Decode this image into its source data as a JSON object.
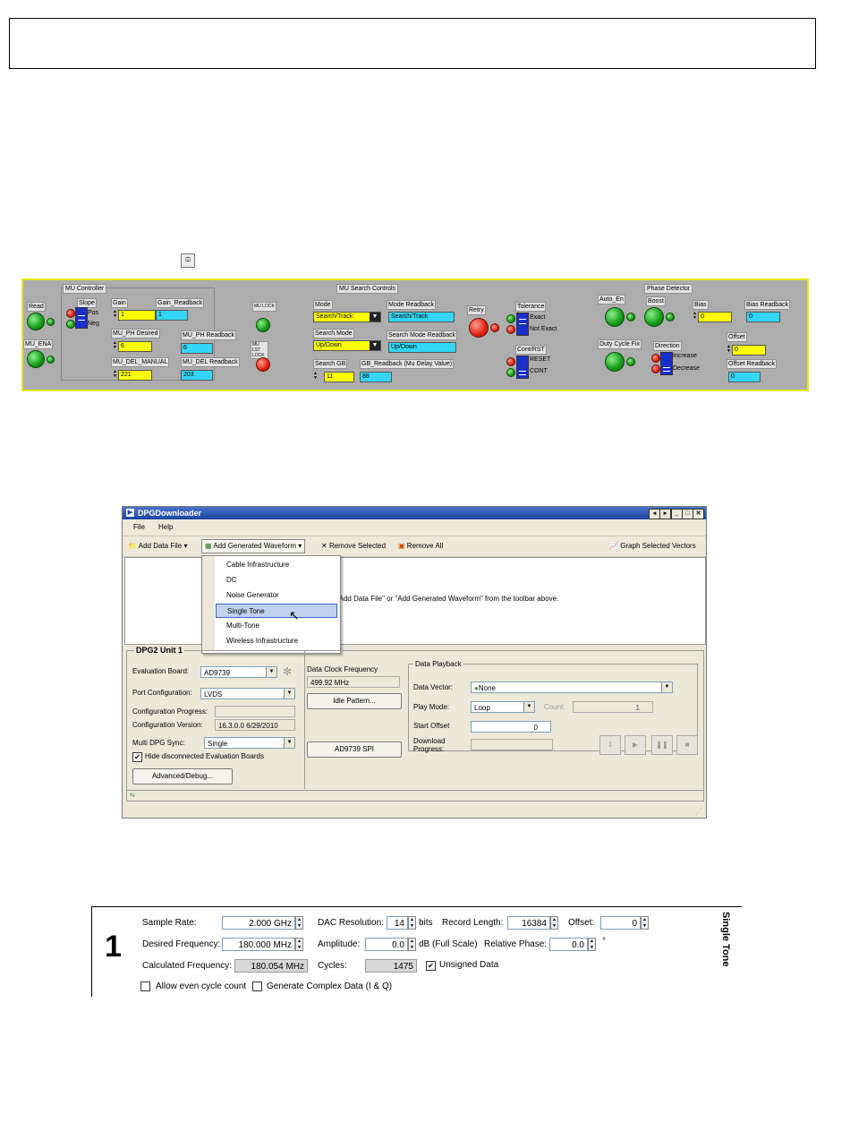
{
  "panel1": {
    "mu_controller": "MU Controller",
    "read": "Read",
    "mu_ena": "MU_ENA",
    "slope": "Slope",
    "pos": "Pos",
    "neg": "Neg",
    "gain": "Gain",
    "gain_val": "1",
    "gain_readback": "Gain_Readback",
    "gain_readback_val": "1",
    "mu_ph_desired": "MU_PH Desired",
    "mu_ph_desired_val": "6",
    "mu_ph_readback": "MU_PH Readback",
    "mu_ph_readback_val": "6",
    "mu_del_manual": "MU_DEL_MANUAL",
    "mu_del_manual_val": "221",
    "mu_del_readback": "MU_DEL Readback",
    "mu_del_readback_val": "203",
    "mu_lock": "MU LOCK",
    "mu_lst_lock": "MU LST LOCK",
    "mu_search_controls": "MU Search Controls",
    "mode": "Mode",
    "mode_val": "Search/Track",
    "mode_readback": "Mode Readback",
    "mode_readback_val": "Search/Track",
    "search_mode": "Search Mode",
    "search_mode_val": "Up/Down",
    "search_mode_readback": "Search Mode Readback",
    "search_mode_readback_val": "Up/Down",
    "search_gb": "Search GB",
    "search_gb_val": "11",
    "gb_readback": "GB_Readback (Mu Delay Value)",
    "gb_readback_val": "88",
    "retry": "Retry",
    "tolerance": "Tolerance",
    "exact": "Exact",
    "not_exact": "Not Exact",
    "cont_rst": "Cont/RST",
    "reset": "RESET",
    "cont": "CONT",
    "phase_detector": "Phase Detector",
    "auto_en": "Auto_En",
    "boost": "Boost",
    "bias": "Bias",
    "bias_val": "0",
    "bias_readback": "Bias Readback",
    "bias_readback_val": "0",
    "duty_cycle_fix": "Duty Cycle Fix",
    "direction": "Direction",
    "increase": "Increase",
    "decrease": "Decrease",
    "offset": "Offset",
    "offset_val": "0",
    "offset_readback": "Offset Readback",
    "offset_readback_val": "0",
    "arrow_icon": "diamond-arrow-icon"
  },
  "window": {
    "title": "DPGDownloader",
    "menu": [
      "File",
      "Help"
    ],
    "toolbar": {
      "add_data_file": "Add Data File",
      "add_generated_waveform": "Add Generated Waveform",
      "remove_selected": "Remove Selected",
      "remove_all": "Remove All",
      "graph_selected_vectors": "Graph Selected Vectors"
    },
    "dropdown": [
      "Cable Infrastructure",
      "DC",
      "Noise Generator",
      "Single Tone",
      "Multi-Tone",
      "Wireless Infrastructure"
    ],
    "selected_item": "Single Tone",
    "hint": "electing \"Add Data File\" or \"Add Generated Waveform\" from the toolbar above.",
    "unit_title": "DPG2 Unit 1",
    "evaluation_board_label": "Evaluation Board:",
    "evaluation_board_val": "AD9739",
    "port_config_label": "Port Configuration:",
    "port_config_val": "LVDS",
    "config_progress_label": "Configuration Progress:",
    "config_version_label": "Configuration Version:",
    "config_version_val": "16.3.0.0 6/29/2010",
    "multi_dpg_label": "Multi DPG Sync:",
    "multi_dpg_val": "Single",
    "hide_boards": "Hide disconnected Evaluation Boards",
    "advanced_debug": "Advanced/Debug...",
    "data_clock_label": "Data Clock Frequency",
    "data_clock_val": "499.92 MHz",
    "idle_pattern": "Idle Pattern...",
    "spi": "AD9739 SPI",
    "data_playback": "Data Playback",
    "data_vector_label": "Data Vector:",
    "data_vector_val": "None",
    "play_mode_label": "Play Mode:",
    "play_mode_val": "Loop",
    "count_label": "Count:",
    "count_val": "1",
    "start_offset_label": "Start Offset",
    "start_offset_val": "0",
    "download_progress_label": "Download Progress:"
  },
  "panel3": {
    "number": "1",
    "side_title": "Single Tone",
    "sample_rate_label": "Sample Rate:",
    "sample_rate_val": "2.000 GHz",
    "dac_res_label": "DAC Resolution:",
    "dac_res_val": "14",
    "bits": "bits",
    "record_length_label": "Record Length:",
    "record_length_val": "16384",
    "offset_label": "Offset:",
    "offset_val": "0",
    "desired_freq_label": "Desired Frequency:",
    "desired_freq_val": "180.000 MHz",
    "amplitude_label": "Amplitude:",
    "amplitude_val": "0.0",
    "db_fs": "dB (Full Scale)",
    "rel_phase_label": "Relative Phase:",
    "rel_phase_val": "0.0",
    "degree": "°",
    "calc_freq_label": "Calculated Frequency:",
    "calc_freq_val": "180.054 MHz",
    "cycles_label": "Cycles:",
    "cycles_val": "1475",
    "unsigned_data": "Unsigned Data",
    "allow_even": "Allow even cycle count",
    "generate_complex": "Generate Complex Data (I & Q)"
  }
}
